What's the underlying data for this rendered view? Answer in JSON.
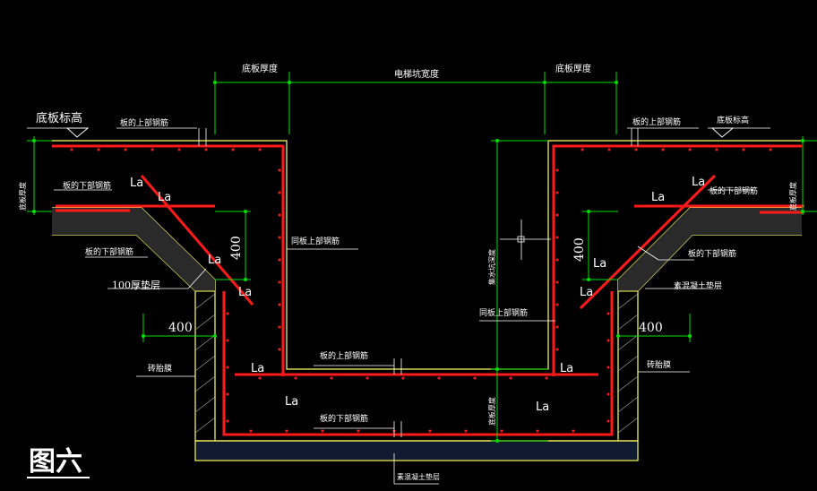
{
  "colors": {
    "background": "#000000",
    "rebar": "#ff1a1a",
    "dimension": "#00e000",
    "outline": "#ffff66",
    "text": "#ffffff"
  },
  "labels": {
    "base_elevation_main": "底板标高",
    "base_elevation_right": "底板标高",
    "top_left_board_thick": "底板厚度",
    "top_right_board_thick": "底板厚度",
    "pit_width": "电梯坑宽度",
    "left_top_rebar": "板的上部钢筋",
    "right_top_rebar": "板的上部钢筋",
    "left_bottom_rebar": "板的下部钢筋",
    "right_bottom_rebar": "板的下部钢筋",
    "left_slope_rebar": "板的下部钢筋",
    "right_slope_rebar": "板的下部钢筋",
    "left_thickness_vertical": "底板厚度",
    "right_thickness_vertical": "底板厚度",
    "cushion_100": "100厚垫层",
    "right_cushion": "素混凝土垫层",
    "left_wall_rebar": "同板上部钢筋",
    "right_wall_rebar": "同板上部钢筋",
    "pit_depth_vertical": "集水坑深度",
    "pit_bottom_top_rebar": "板的上部钢筋",
    "pit_bottom_bottom_rebar": "板的下部钢筋",
    "pit_bottom_thick_vertical": "底板厚度",
    "brick_left": "砖胎膜",
    "brick_right": "砖胎膜",
    "bottom_cushion": "素混凝土垫层",
    "dim_400_left_h": "400",
    "dim_400_right_h": "400",
    "dim_400_left_v": "400",
    "dim_400_right_v": "400",
    "la": "La",
    "figure_title": "图六"
  }
}
